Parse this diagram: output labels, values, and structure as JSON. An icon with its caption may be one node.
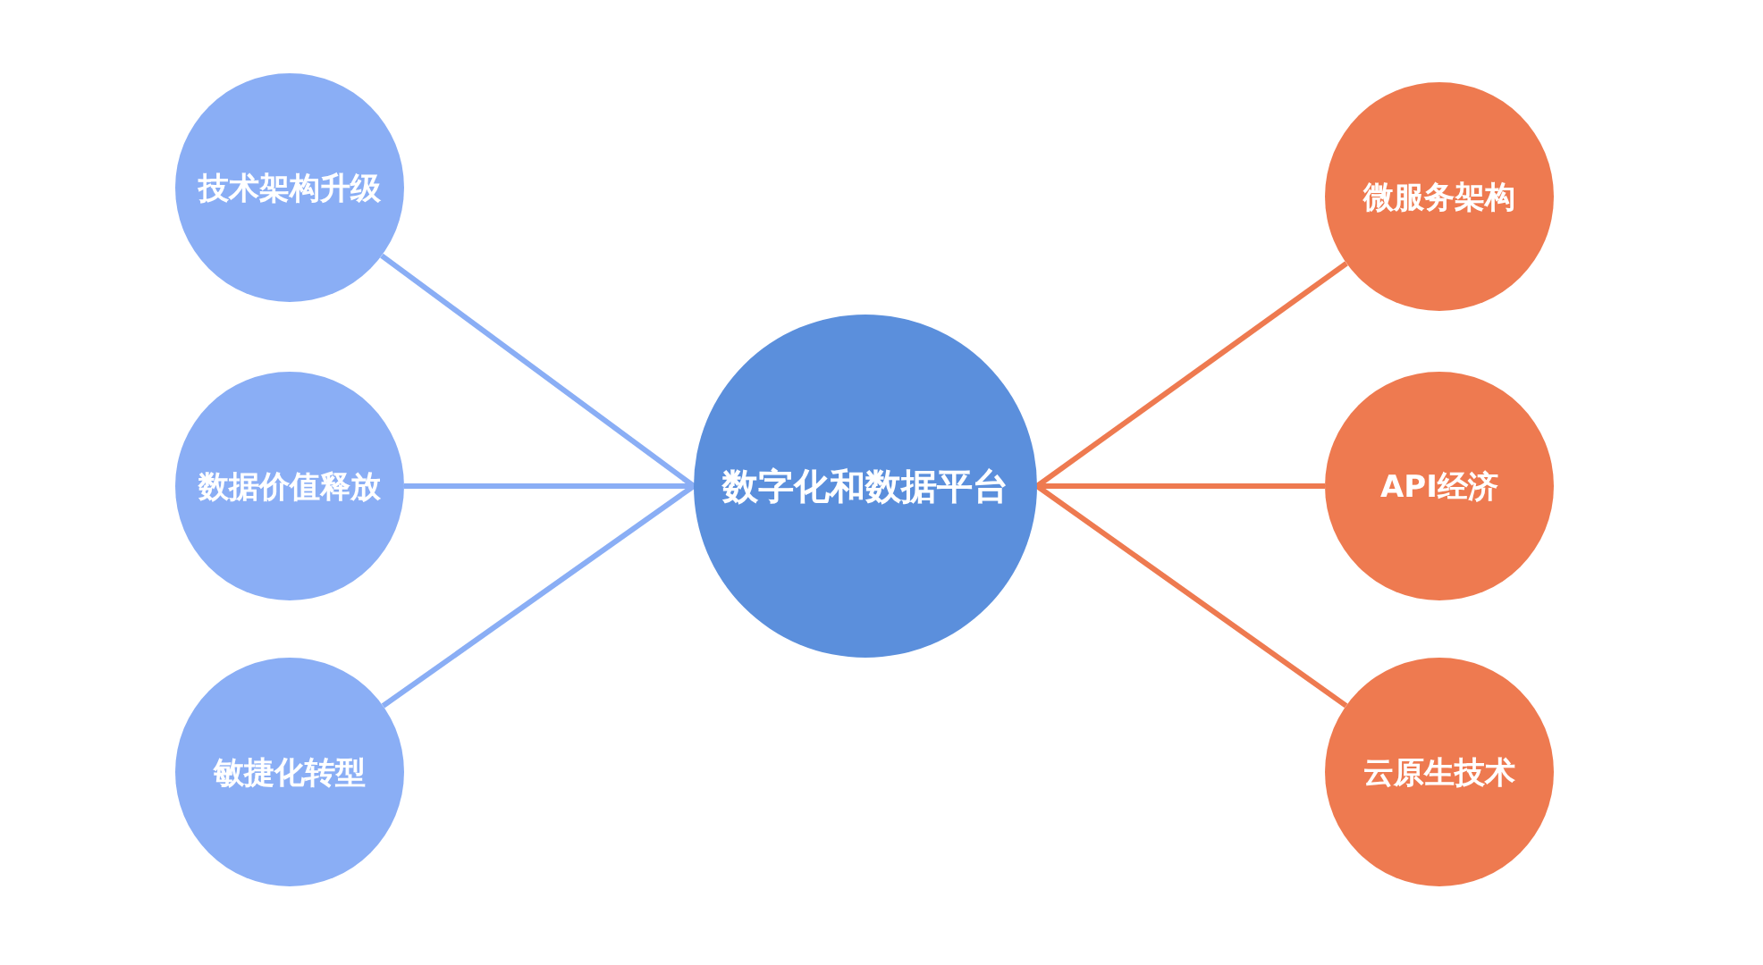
{
  "diagram": {
    "nodes": [
      {
        "text": [
          "技术架构升级"
        ]
      },
      {
        "text": [
          "数据价值释放"
        ]
      },
      {
        "text": [
          "敏捷化转型"
        ]
      },
      {
        "text": [
          "数字化和数据平台"
        ]
      },
      {
        "text": [
          "微服务架构"
        ]
      },
      {
        "text": [
          "API经济"
        ]
      },
      {
        "text": [
          "云原生技术"
        ]
      }
    ],
    "edges": [
      {
        "from": 0,
        "to": 3,
        "arrow": "none",
        "color": "#8aaef5"
      },
      {
        "from": 1,
        "to": 3,
        "arrow": "none",
        "color": "#8aaef5"
      },
      {
        "from": 2,
        "to": 3,
        "arrow": "none",
        "color": "#8aaef5"
      },
      {
        "from": 3,
        "to": 4,
        "arrow": "none",
        "color": "#ee7a50"
      },
      {
        "from": 3,
        "to": 5,
        "arrow": "none",
        "color": "#ee7a50"
      },
      {
        "from": 3,
        "to": 6,
        "arrow": "none",
        "color": "#ee7a50"
      }
    ]
  }
}
